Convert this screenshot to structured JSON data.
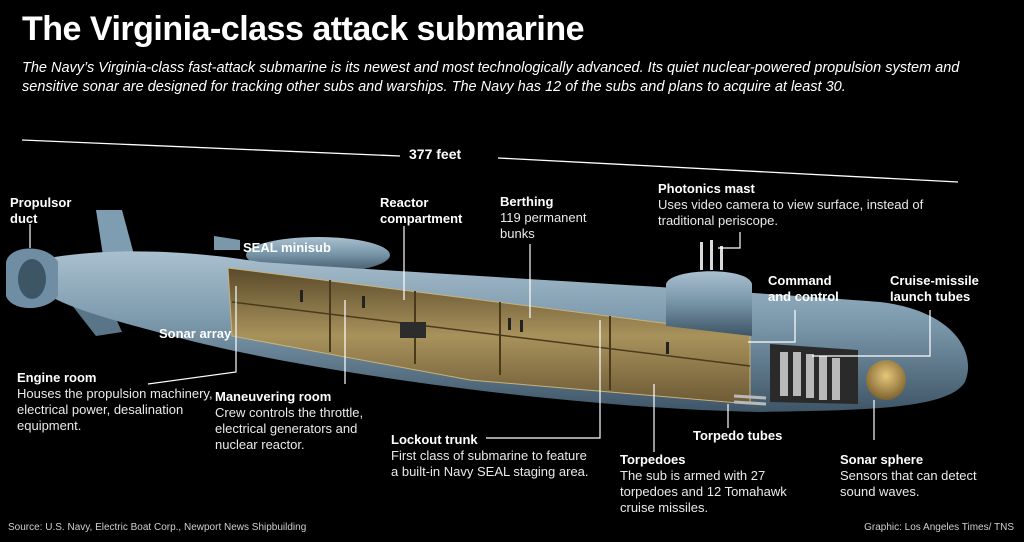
{
  "title": "The Virginia-class attack submarine",
  "subtitle": "The Navy’s Virginia-class fast-attack submarine is its newest and most technologically advanced. Its quiet nuclear-powered propulsion system and sensitive sonar are designed for tracking other subs and warships. The Navy has 12 of the subs and plans to acquire at least 30.",
  "length_label": "377 feet",
  "labels": {
    "propulsor_duct": "Propulsor duct",
    "seal_minisub": "SEAL minisub",
    "reactor_compartment": "Reactor compartment",
    "berthing": {
      "title": "Berthing",
      "text": "119 permanent bunks"
    },
    "photonics_mast": {
      "title": "Photonics mast",
      "text": "Uses video camera to view surface, instead of traditional periscope."
    },
    "command_control": "Command and control",
    "cruise_missile": "Cruise-missile launch tubes",
    "sonar_array": "Sonar array",
    "engine_room": {
      "title": "Engine room",
      "text": "Houses the propulsion machinery, electrical power, desalination equipment."
    },
    "maneuvering_room": {
      "title": "Maneuvering room",
      "text": "Crew controls the throttle, electrical generators and nuclear reactor."
    },
    "lockout_trunk": {
      "title": "Lockout trunk",
      "text": "First class of submarine to feature a built-in Navy SEAL staging area."
    },
    "torpedoes": {
      "title": "Torpedoes",
      "text": "The sub is armed with 27 torpedoes and 12 Tomahawk cruise missiles."
    },
    "torpedo_tubes": "Torpedo tubes",
    "sonar_sphere": {
      "title": "Sonar sphere",
      "text": "Sensors that can detect sound waves."
    }
  },
  "source": "Source: U.S. Navy, Electric Boat Corp., Newport News Shipbuilding",
  "credit": "Graphic: Los Angeles Times/ TNS",
  "colors": {
    "background": "#000000",
    "hull": "#6f8ea3",
    "interior": "#8a7a4e",
    "leader_line": "#ffffff"
  }
}
